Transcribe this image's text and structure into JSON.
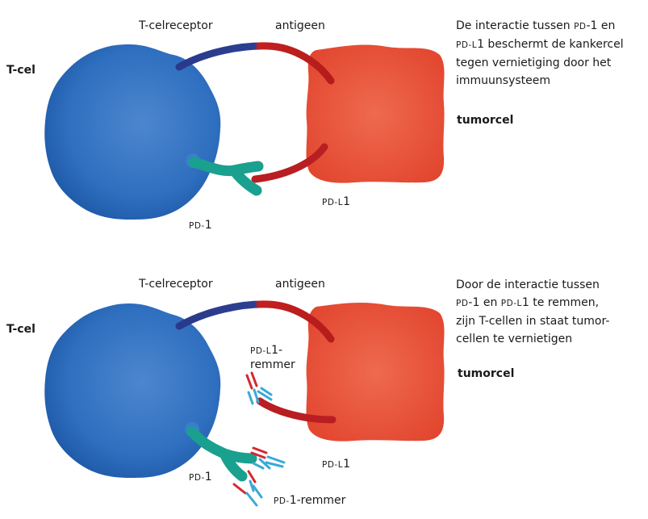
{
  "top": {
    "tcel": "T-cel",
    "tcr": "T-celreceptor",
    "antigeen": "antigeen",
    "pdl1_pre": "PD-L",
    "pdl1_suf": "1",
    "pd1_pre": "PD-",
    "pd1_suf": "1",
    "tumorcel": "tumorcel",
    "desc": {
      "l1a": "De interactie tussen ",
      "l1sc": "PD",
      "l1b": "-1 en",
      "l2sc": "PD-L",
      "l2b": "1 beschermt de kankercel",
      "l3": "tegen vernietiging door het",
      "l4": "immuunsysteem"
    }
  },
  "bottom": {
    "tcel": "T-cel",
    "tcr": "T-celreceptor",
    "antigeen": "antigeen",
    "pdl1_pre": "PD-L",
    "pdl1_suf": "1",
    "pd1_pre": "PD-",
    "pd1_suf": "1",
    "pdl1_inh_pre": "PD-L",
    "pdl1_inh_suf": "1-",
    "pdl1_inh_l2": "remmer",
    "pd1_inh_pre": "PD-",
    "pd1_inh_suf": "1-remmer",
    "tumorcel": "tumorcel",
    "desc": {
      "l1": "Door de interactie tussen",
      "l2sc1": "PD",
      "l2a": "-1 en ",
      "l2sc2": "PD-L",
      "l2b": "1 te remmen,",
      "l3": "zijn T-cellen in staat tumor-",
      "l4": "cellen te vernietigen"
    }
  }
}
